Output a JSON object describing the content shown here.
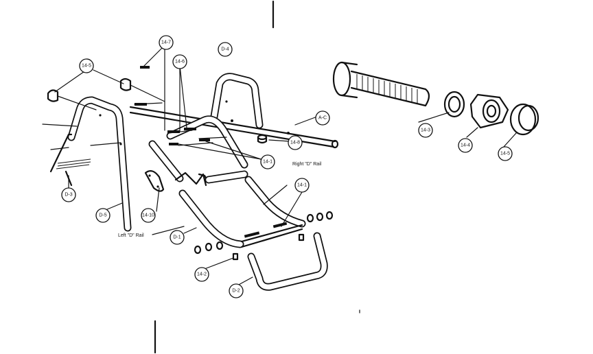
{
  "callouts": {
    "c14_5a": "14-5",
    "c14_7": "14-7",
    "c14_6": "14-6",
    "cD4": "D-4",
    "cAC": "A-C",
    "c14_8": "14-8",
    "c14_1a": "14-1",
    "c14_1b": "14-1",
    "cD3": "D-3",
    "cD5": "D-5",
    "c14_10": "14-10",
    "cD1": "D-1",
    "c14_2": "14-2",
    "cD2": "D-2",
    "c14_3": "14-3",
    "c14_4": "14-4",
    "c14_5b": "14-5"
  },
  "labels": {
    "right_d_rail": "Right \"D\" Rail",
    "left_d_rail": "Left \"D\" Rail"
  }
}
